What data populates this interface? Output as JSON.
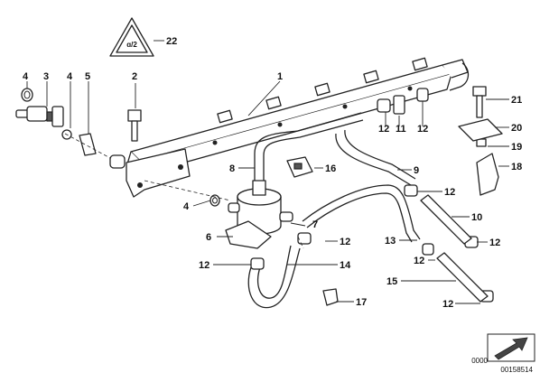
{
  "diagram": {
    "callouts": [
      {
        "id": "c1",
        "text": "1"
      },
      {
        "id": "c2",
        "text": "2"
      },
      {
        "id": "c3",
        "text": "3"
      },
      {
        "id": "c4a",
        "text": "4"
      },
      {
        "id": "c4b",
        "text": "4"
      },
      {
        "id": "c4c",
        "text": "4"
      },
      {
        "id": "c5",
        "text": "5"
      },
      {
        "id": "c6",
        "text": "6"
      },
      {
        "id": "c7",
        "text": "7"
      },
      {
        "id": "c8",
        "text": "8"
      },
      {
        "id": "c9",
        "text": "9"
      },
      {
        "id": "c10",
        "text": "10"
      },
      {
        "id": "c11",
        "text": "11"
      },
      {
        "id": "c12a",
        "text": "12"
      },
      {
        "id": "c12b",
        "text": "12"
      },
      {
        "id": "c12c",
        "text": "12"
      },
      {
        "id": "c12d",
        "text": "12"
      },
      {
        "id": "c12e",
        "text": "12"
      },
      {
        "id": "c12f",
        "text": "12"
      },
      {
        "id": "c12g",
        "text": "12"
      },
      {
        "id": "c12h",
        "text": "12"
      },
      {
        "id": "c13",
        "text": "13"
      },
      {
        "id": "c14",
        "text": "14"
      },
      {
        "id": "c15",
        "text": "15"
      },
      {
        "id": "c16",
        "text": "16"
      },
      {
        "id": "c17",
        "text": "17"
      },
      {
        "id": "c18",
        "text": "18"
      },
      {
        "id": "c19",
        "text": "19"
      },
      {
        "id": "c20",
        "text": "20"
      },
      {
        "id": "c21",
        "text": "21"
      },
      {
        "id": "c22",
        "text": "22"
      }
    ],
    "warning_symbol_text": "ɑ/2",
    "image_code_overlay": "0000",
    "image_code": "00158514"
  }
}
